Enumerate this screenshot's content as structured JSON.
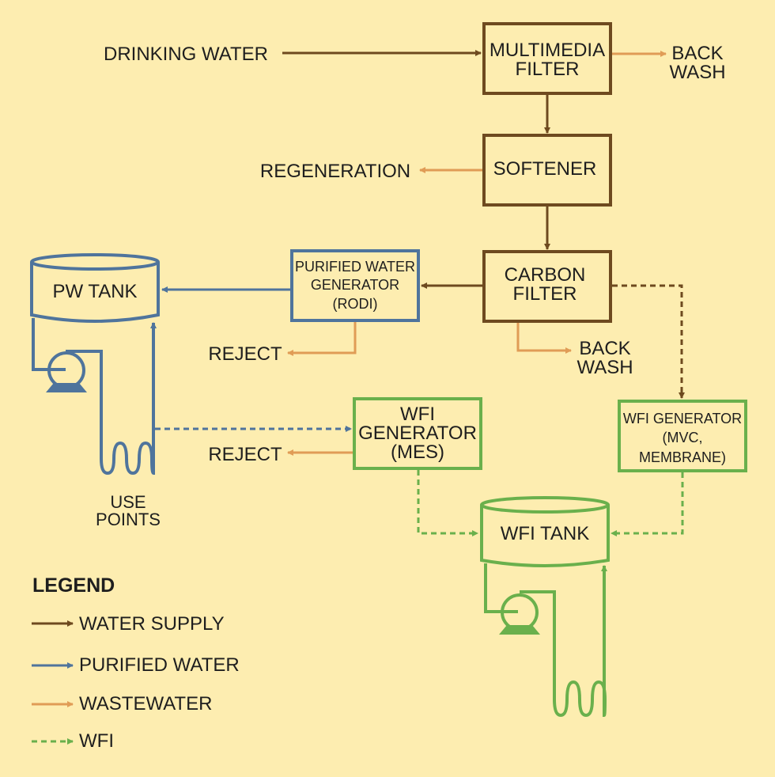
{
  "colors": {
    "background": "#fdedb0",
    "water_supply": "#6e4a1f",
    "purified_water": "#4f749c",
    "wastewater": "#e09c56",
    "wfi": "#6ab04c",
    "text": "#1e1e1e"
  },
  "nodes": {
    "drinking_water": "DRINKING WATER",
    "multimedia_filter": [
      "MULTIMEDIA",
      "FILTER"
    ],
    "backwash_1": [
      "BACK",
      "WASH"
    ],
    "softener": "SOFTENER",
    "regeneration": "REGENERATION",
    "carbon_filter": [
      "CARBON",
      "FILTER"
    ],
    "backwash_2": [
      "BACK",
      "WASH"
    ],
    "pw_generator": [
      "PURIFIED WATER",
      "GENERATOR",
      "(RODI)"
    ],
    "reject_1": "REJECT",
    "pw_tank": "PW TANK",
    "use_points": [
      "USE",
      "POINTS"
    ],
    "wfi_generator_mes": [
      "WFI",
      "GENERATOR",
      "(MES)"
    ],
    "reject_2": "REJECT",
    "wfi_generator_mvc": [
      "WFI GENERATOR",
      "(MVC,",
      "MEMBRANE)"
    ],
    "wfi_tank": "WFI TANK"
  },
  "legend": {
    "title": "LEGEND",
    "items": [
      {
        "label": "WATER SUPPLY",
        "style": "solid",
        "color_key": "water_supply"
      },
      {
        "label": "PURIFIED WATER",
        "style": "solid",
        "color_key": "purified_water"
      },
      {
        "label": "WASTEWATER",
        "style": "solid",
        "color_key": "wastewater"
      },
      {
        "label": "WFI",
        "style": "dashed",
        "color_key": "wfi"
      }
    ]
  }
}
